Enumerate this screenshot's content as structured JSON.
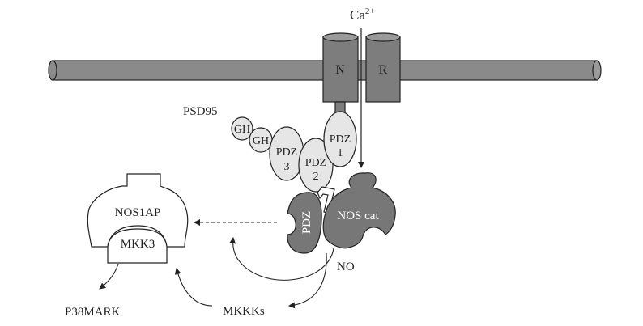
{
  "labels": {
    "ca_base": "Ca",
    "ca_sup": "2+",
    "channel_n": "N",
    "channel_r": "R",
    "psd95": "PSD95",
    "gh1": "GH",
    "gh2": "GH",
    "pdz3_top": "PDZ",
    "pdz3_num": "3",
    "pdz2_top": "PDZ",
    "pdz2_num": "2",
    "pdz1_top": "PDZ",
    "pdz1_num": "1",
    "nos_pdz": "PDZ",
    "nos_cat": "NOS cat",
    "nos1ap": "NOS1AP",
    "mkk3": "MKK3",
    "no": "NO",
    "p38mark": "P38MARK",
    "mkkks": "MKKKs"
  },
  "colors": {
    "membrane": "#8a8a8a",
    "channel": "#7d7d7d",
    "psd_domain": "#e6e6e6",
    "nos": "#777777",
    "stroke": "#222222"
  }
}
